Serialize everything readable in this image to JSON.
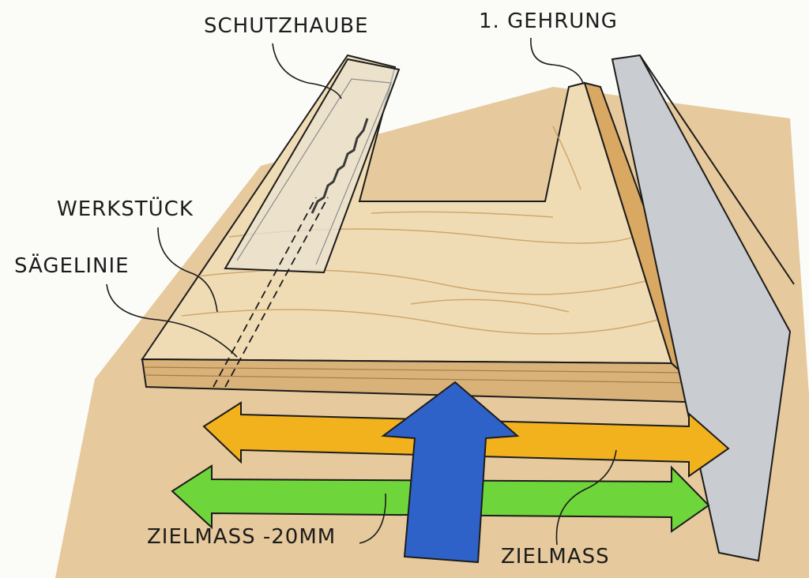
{
  "labels": {
    "guard": "SCHUTZHAUBE",
    "miter": "1. GEHRUNG",
    "workpiece": "WERKSTÜCK",
    "saw_line": "SÄGELINIE",
    "target_minus": "ZIELMASS -20MM",
    "target": "ZIELMASS"
  },
  "colors": {
    "table": "#e2c08c",
    "board_top": "#f0dcb4",
    "board_edge": "#d9b27a",
    "fence": "#c9ccd1",
    "orange_arrow": "#f2b21e",
    "green_arrow": "#6ed63a",
    "blue_arrow": "#2f62c8",
    "ink": "#1c1c1c"
  }
}
